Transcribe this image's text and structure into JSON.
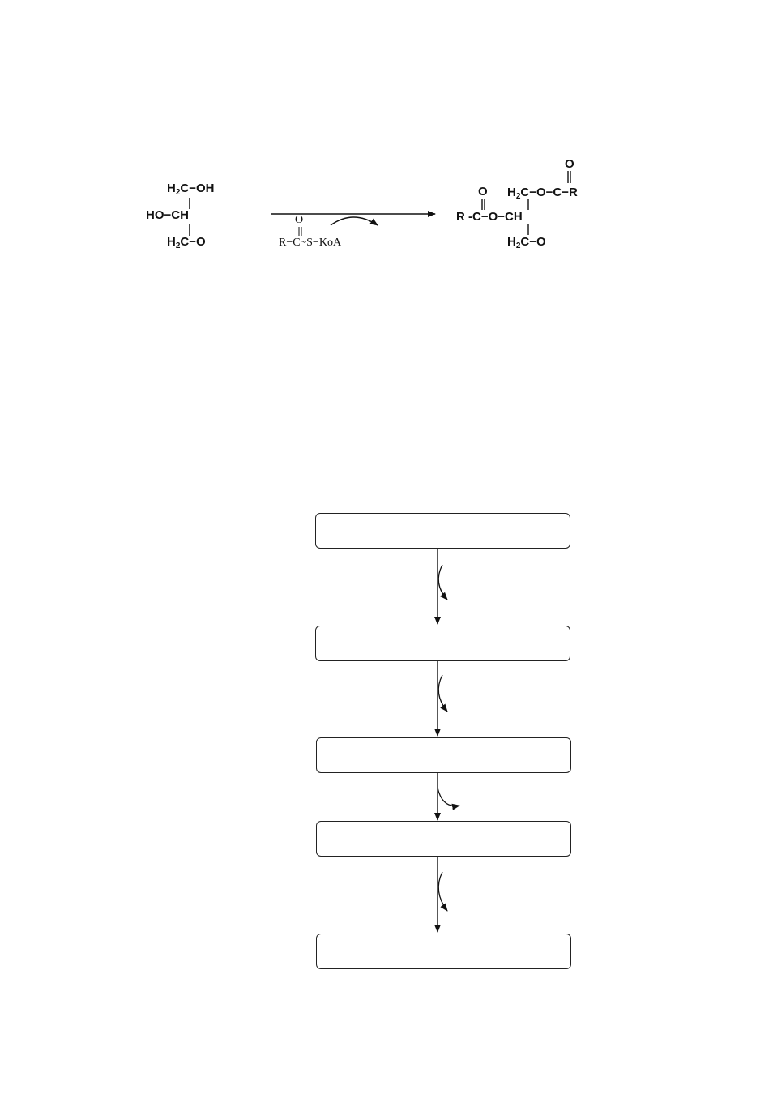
{
  "reaction": {
    "substrate": {
      "row1": {
        "left": "H",
        "sub": "2",
        "right": "C−OH"
      },
      "row2": "HO−CH",
      "row3": {
        "left": "H",
        "sub": "2",
        "right": "C−O"
      }
    },
    "reagent": {
      "oxygen": "O",
      "formula": "R−C~S−KoA"
    },
    "product": {
      "top_oxygen": "O",
      "left_oxygen": "O",
      "row1": {
        "left": "H",
        "sub": "2",
        "right": "C−O−C−R"
      },
      "row2": "R  -C−O−CH",
      "row3": {
        "left": "H",
        "sub": "2",
        "right": "C−O"
      }
    }
  },
  "flowchart": {
    "boxes": [
      "",
      "",
      "",
      "",
      ""
    ],
    "side_arrows": [
      "",
      "",
      "",
      ""
    ]
  }
}
